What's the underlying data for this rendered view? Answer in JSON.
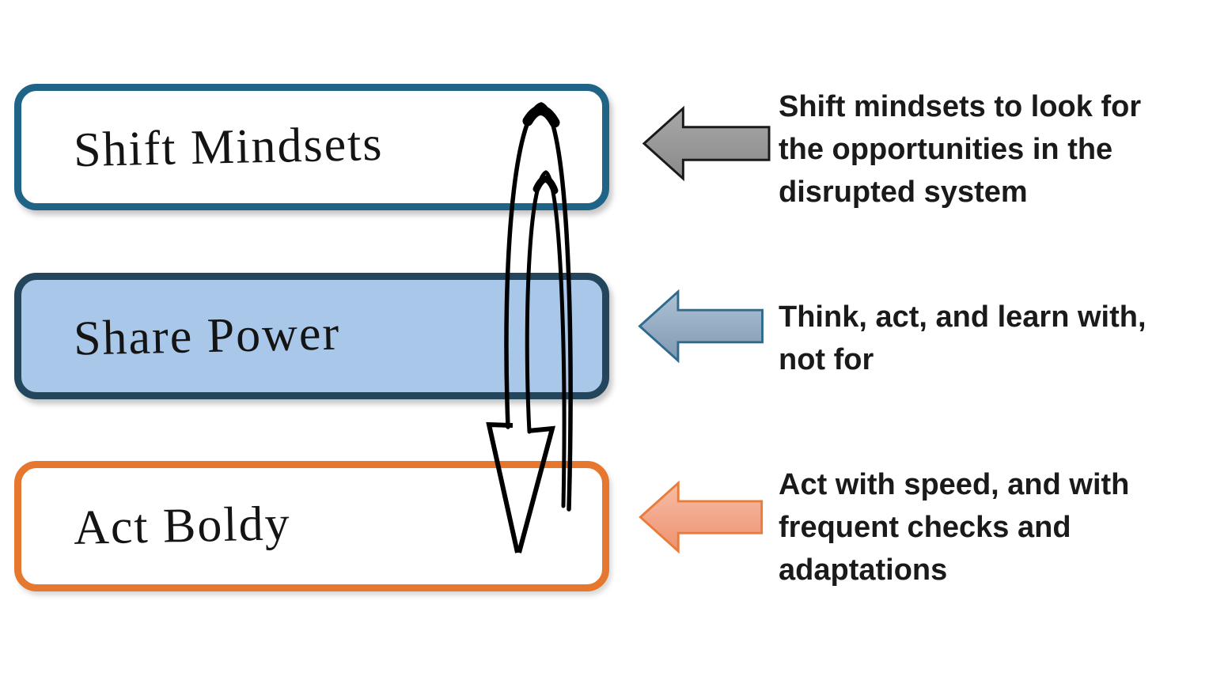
{
  "diagram": {
    "boxes": [
      {
        "label": "Shift Mindsets",
        "border_color": "#1F6387",
        "fill_color": "#FFFFFF"
      },
      {
        "label": "Share Power",
        "border_color": "#24465C",
        "fill_color": "#A9C7E8"
      },
      {
        "label": "Act Boldy",
        "border_color": "#E5772F",
        "fill_color": "#FFFFFF"
      }
    ],
    "annotations": [
      {
        "arrow_icon": "left-block-arrow",
        "arrow_fill_top": "#A8A8A8",
        "arrow_fill_bottom": "#8A8A8A",
        "arrow_border": "#1A1A1A",
        "text": "Shift mindsets to look for the opportunities in the disrupted system",
        "lines": [
          "Shift mindsets to look for",
          "the opportunities in the",
          "disrupted system"
        ]
      },
      {
        "arrow_icon": "left-block-arrow",
        "arrow_fill_top": "#AFC2D5",
        "arrow_fill_bottom": "#7E99B1",
        "arrow_border": "#2E6B8F",
        "text": "Think, act, and learn with, not for",
        "lines": [
          "Think, act, and learn with,",
          "not for"
        ]
      },
      {
        "arrow_icon": "left-block-arrow",
        "arrow_fill_top": "#F7BDA5",
        "arrow_fill_bottom": "#EE9270",
        "arrow_border": "#E87C3C",
        "text": "Act with speed, and with frequent checks and adaptations",
        "lines": [
          "Act with speed, and with",
          "frequent checks and",
          "adaptations"
        ]
      }
    ],
    "loop_arrow": {
      "name": "hand-drawn-loop-arrow",
      "color": "#000000",
      "direction": "down through all three boxes"
    }
  }
}
